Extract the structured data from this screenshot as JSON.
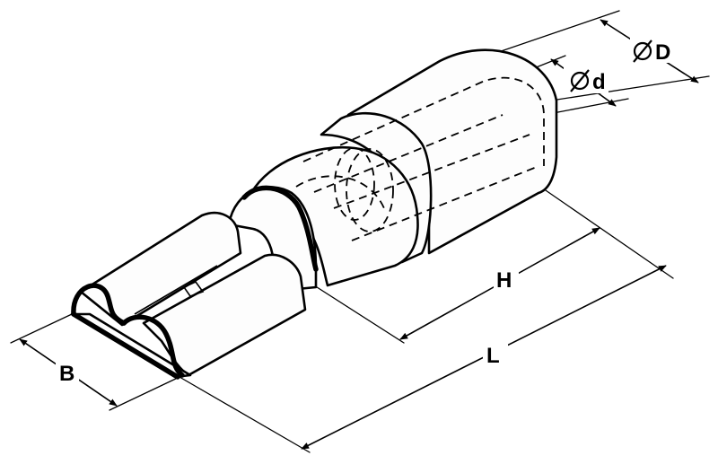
{
  "diagram": {
    "labels": {
      "outer_diameter": "D",
      "inner_diameter": "d",
      "height": "H",
      "length": "L",
      "width": "B"
    },
    "colors": {
      "body_fill": "#fdfdfd",
      "line": "#000000",
      "background": "#ffffff"
    }
  }
}
